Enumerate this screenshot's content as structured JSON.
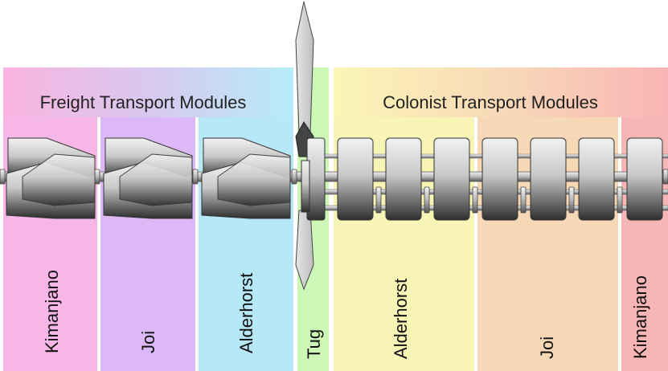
{
  "groups": {
    "freight_title": "Freight Transport Modules",
    "colonist_title": "Colonist Transport Modules"
  },
  "sections": [
    {
      "id": "freight-kimanjano",
      "label": "Kimanjano",
      "color": "#f7b6e8"
    },
    {
      "id": "freight-joi",
      "label": "Joi",
      "color": "#dcb8f7"
    },
    {
      "id": "freight-alderhorst",
      "label": "Alderhorst",
      "color": "#b6e8f7"
    },
    {
      "id": "tug",
      "label": "Tug",
      "color": "#ccf7b6"
    },
    {
      "id": "colonist-alderhorst",
      "label": "Alderhorst",
      "color": "#f7f4b6"
    },
    {
      "id": "colonist-joi",
      "label": "Joi",
      "color": "#f7d8b6"
    },
    {
      "id": "colonist-kimanjano",
      "label": "Kimanjano",
      "color": "#f7b6b6"
    }
  ]
}
